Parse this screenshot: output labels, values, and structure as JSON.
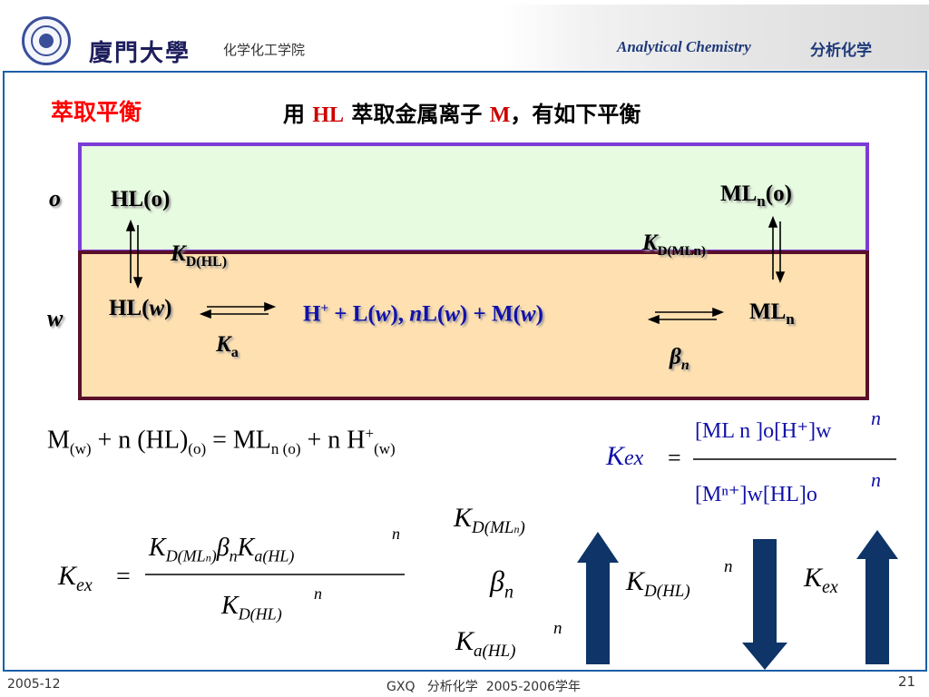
{
  "header": {
    "university": "廈門大學",
    "department": "化学化工学院",
    "course_en": "Analytical Chemistry",
    "course_cn": "分析化学"
  },
  "slide": {
    "title": "萃取平衡",
    "intro": {
      "pre": "用 ",
      "reagent": "HL",
      "mid": " 萃取金属离子 ",
      "metal": "M",
      "post": "，有如下平衡"
    }
  },
  "diagram": {
    "phase_o": "o",
    "phase_w": "w",
    "hl_org": "HL(o)",
    "mln_org": {
      "base": "ML",
      "sub": "n",
      "tail": "(o)"
    },
    "kd_hl": {
      "k": "K",
      "sub": "D(HL)"
    },
    "kd_mln": {
      "k": "K",
      "sub": "D(MLn)"
    },
    "hl_aq": {
      "pre": "HL(",
      "w": "w",
      "post": ")"
    },
    "ka": {
      "k": "K",
      "sub": "a"
    },
    "middle": {
      "h": "H",
      "plus": "+",
      "a": " + L(",
      "w1": "w",
      "b": "),  ",
      "n": "n",
      "c": "L(",
      "w2": "w",
      "d": ") + M(",
      "w3": "w",
      "e": ")"
    },
    "mln_aq": {
      "base": "ML",
      "sub": "n"
    },
    "beta": {
      "sym": "β",
      "sub": "n"
    }
  },
  "formulas": {
    "overall": {
      "m": "M",
      "w1": "(w)",
      "a": " + n (HL)",
      "o1": "(o)",
      "b": " = ML",
      "n": "n",
      "o2": " (o)",
      "c": " + n H",
      "plus": "+",
      "w2": "(w)"
    },
    "kex_left": "K",
    "kex_left_sub": "ex",
    "kex_eq": "=",
    "kex_num": "[ML n ]o[H⁺]w",
    "kex_den": "[Mⁿ⁺]w[HL]o",
    "n_label": "n",
    "kd_mln": "K",
    "kd_mln_sub": "D(ML",
    "beta_n": "β",
    "ka_hl": "K",
    "ka_hl_sub": "a(HL)",
    "kd_hl": "K",
    "kd_hl_sub": "D(HL)",
    "kex_right": "K",
    "kex_right_sub": "ex"
  },
  "footer": {
    "date": "2005-12",
    "center": "GXQ   分析化学  2005-2006学年",
    "page": "21"
  },
  "colors": {
    "frame": "#1b5fa8",
    "arrow_fill": "#0e3468",
    "org_phase": "#e6fbe0",
    "aq_phase": "#ffe0b0"
  }
}
